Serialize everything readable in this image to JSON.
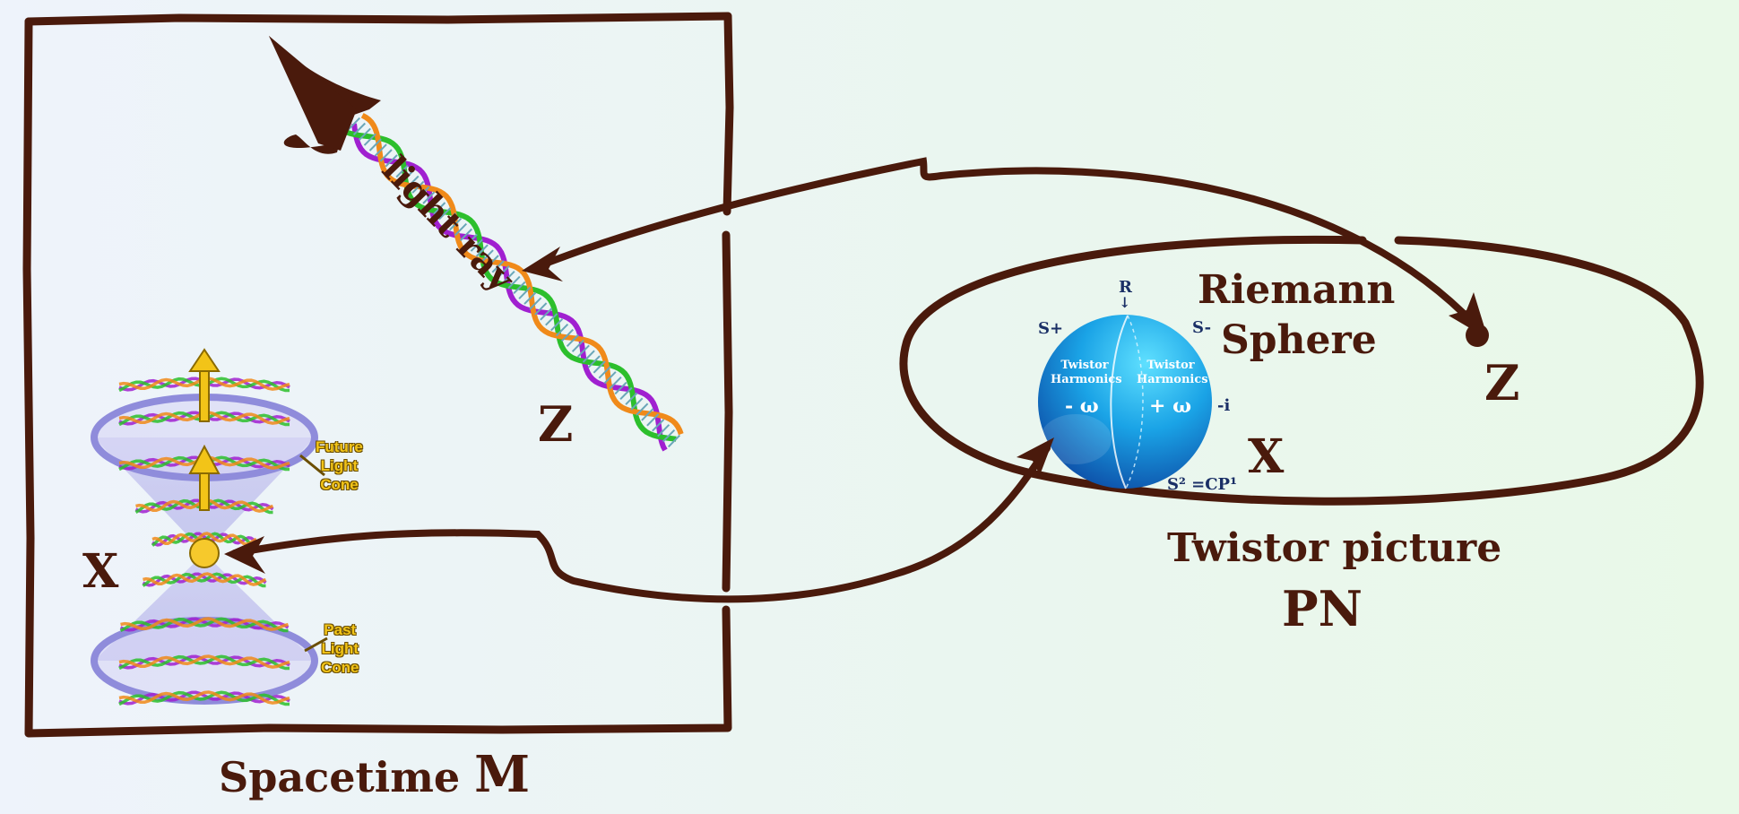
{
  "spacetime": {
    "title_word": "Spacetime",
    "title_symbol": "M",
    "point_x": "X",
    "point_z": "Z",
    "light_ray": "light ray",
    "future_cone": [
      "Future",
      "Light",
      "Cone"
    ],
    "past_cone": [
      "Past",
      "Light",
      "Cone"
    ]
  },
  "twistor": {
    "title": "Twistor picture",
    "subtitle": "PN",
    "riemann": [
      "Riemann",
      "Sphere"
    ],
    "point_z": "Z",
    "point_x": "X",
    "sphere": {
      "top_label": "R",
      "top_arrow": "↓",
      "s_plus": "S+",
      "s_minus": "S-",
      "minus_i": "-i",
      "left_label": [
        "Twistor",
        "Harmonics"
      ],
      "right_label": [
        "Twistor",
        "Harmonics"
      ],
      "left_omega": "- ω",
      "right_omega": "+ ω",
      "bottom_label": "S² =CP¹"
    }
  },
  "colors": {
    "ink": "#4a1a0c",
    "cone": "#9a98e0",
    "sphere_light": "#3fd0f5",
    "sphere_dark": "#0b4aa8",
    "cone_label": "#f2c418",
    "helix": [
      "#a020d0",
      "#2cbf2c",
      "#f08a1a"
    ]
  }
}
